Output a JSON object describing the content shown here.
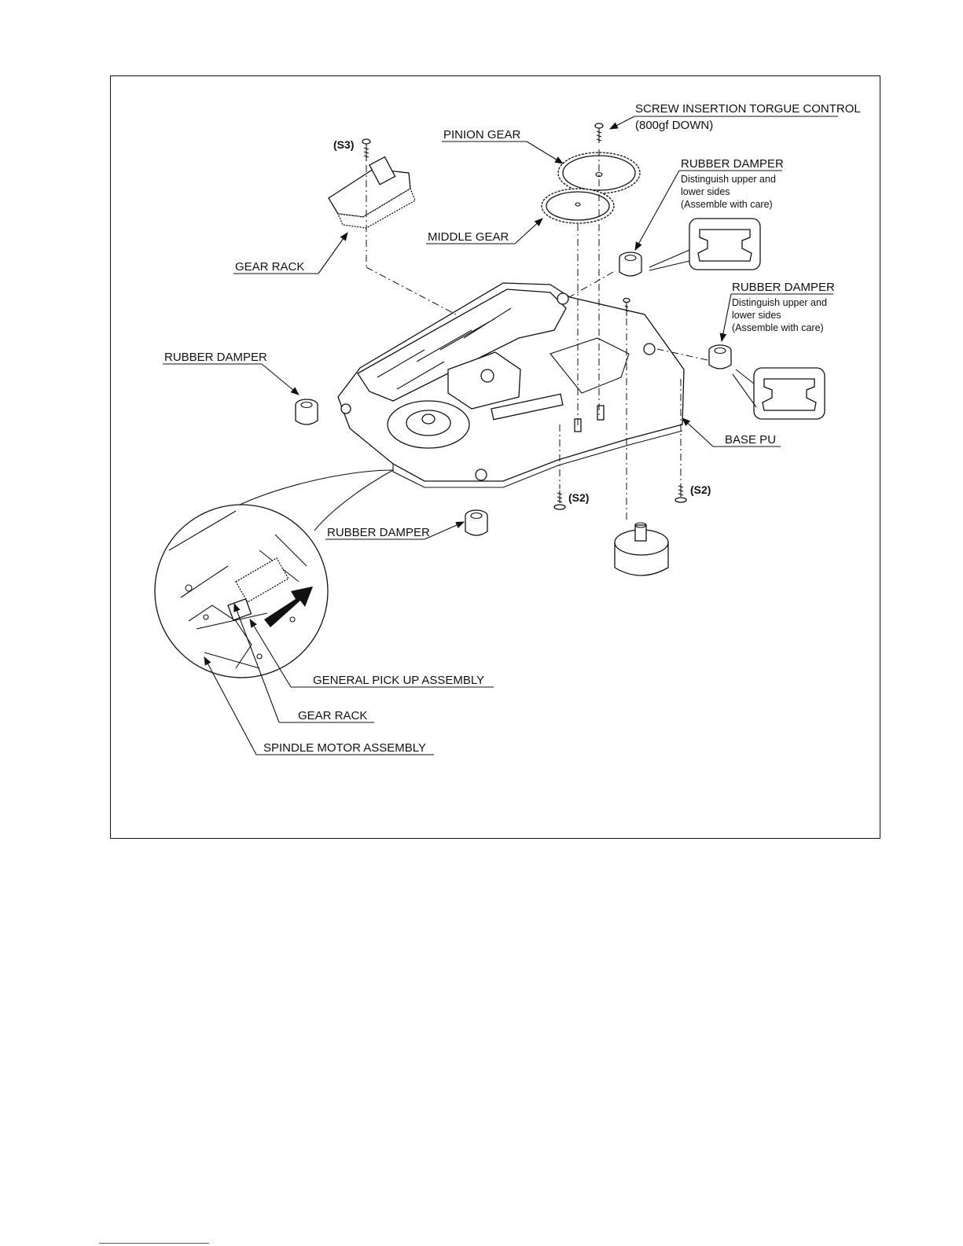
{
  "labels": {
    "screw_insertion": "SCREW INSERTION TORGUE CONTROL",
    "screw_insertion_value": "(800gf DOWN)",
    "pinion_gear": "PINION GEAR",
    "middle_gear": "MIDDLE GEAR",
    "s3": "(S3)",
    "gear_rack_top": "GEAR RACK",
    "rubber_damper_tr": "RUBBER DAMPER",
    "rubber_damper_tr_note1": "Distinguish upper and",
    "rubber_damper_tr_note2": "lower sides",
    "rubber_damper_tr_note3": "(Assemble with care)",
    "rubber_damper_r": "RUBBER DAMPER",
    "rubber_damper_r_note1": "Distinguish upper and",
    "rubber_damper_r_note2": "lower sides",
    "rubber_damper_r_note3": "(Assemble with care)",
    "rubber_damper_left": "RUBBER DAMPER",
    "rubber_damper_bottom": "RUBBER DAMPER",
    "base_pu": "BASE PU",
    "s2_left": "(S2)",
    "s2_right": "(S2)",
    "general_pickup": "GENERAL PICK UP ASSEMBLY",
    "gear_rack_bottom": "GEAR RACK",
    "spindle_motor": "SPINDLE MOTOR ASSEMBLY"
  }
}
